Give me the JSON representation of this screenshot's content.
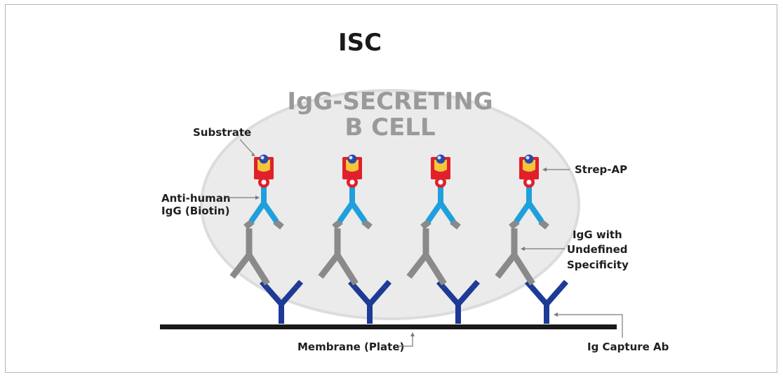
{
  "title": "ISC",
  "cell": {
    "line1": "IgG-SECRETING",
    "line2": "B CELL"
  },
  "labels": {
    "substrate": "Substrate",
    "strep_ap": "Strep-AP",
    "anti_human_line1": "Anti-human",
    "anti_human_line2": "IgG (Biotin)",
    "igg_line1": "IgG with",
    "igg_line2": "Undefined",
    "igg_line3": "Specificity",
    "membrane": "Membrane (Plate)",
    "capture": "Ig Capture Ab"
  },
  "colors": {
    "cell_fill": "#ebebeb",
    "cell_stroke": "#dcdcdc",
    "capture_ab": "#1e3a96",
    "igg": "#8a8a8a",
    "anti_human": "#1fa0dc",
    "biotin": "#e0202a",
    "strep_ap_outer": "#e0202a",
    "strep_ap_inner": "#f6c53a",
    "substrate": "#2a4aa8",
    "membrane": "#1a1a1a"
  },
  "assembly_count": 4
}
